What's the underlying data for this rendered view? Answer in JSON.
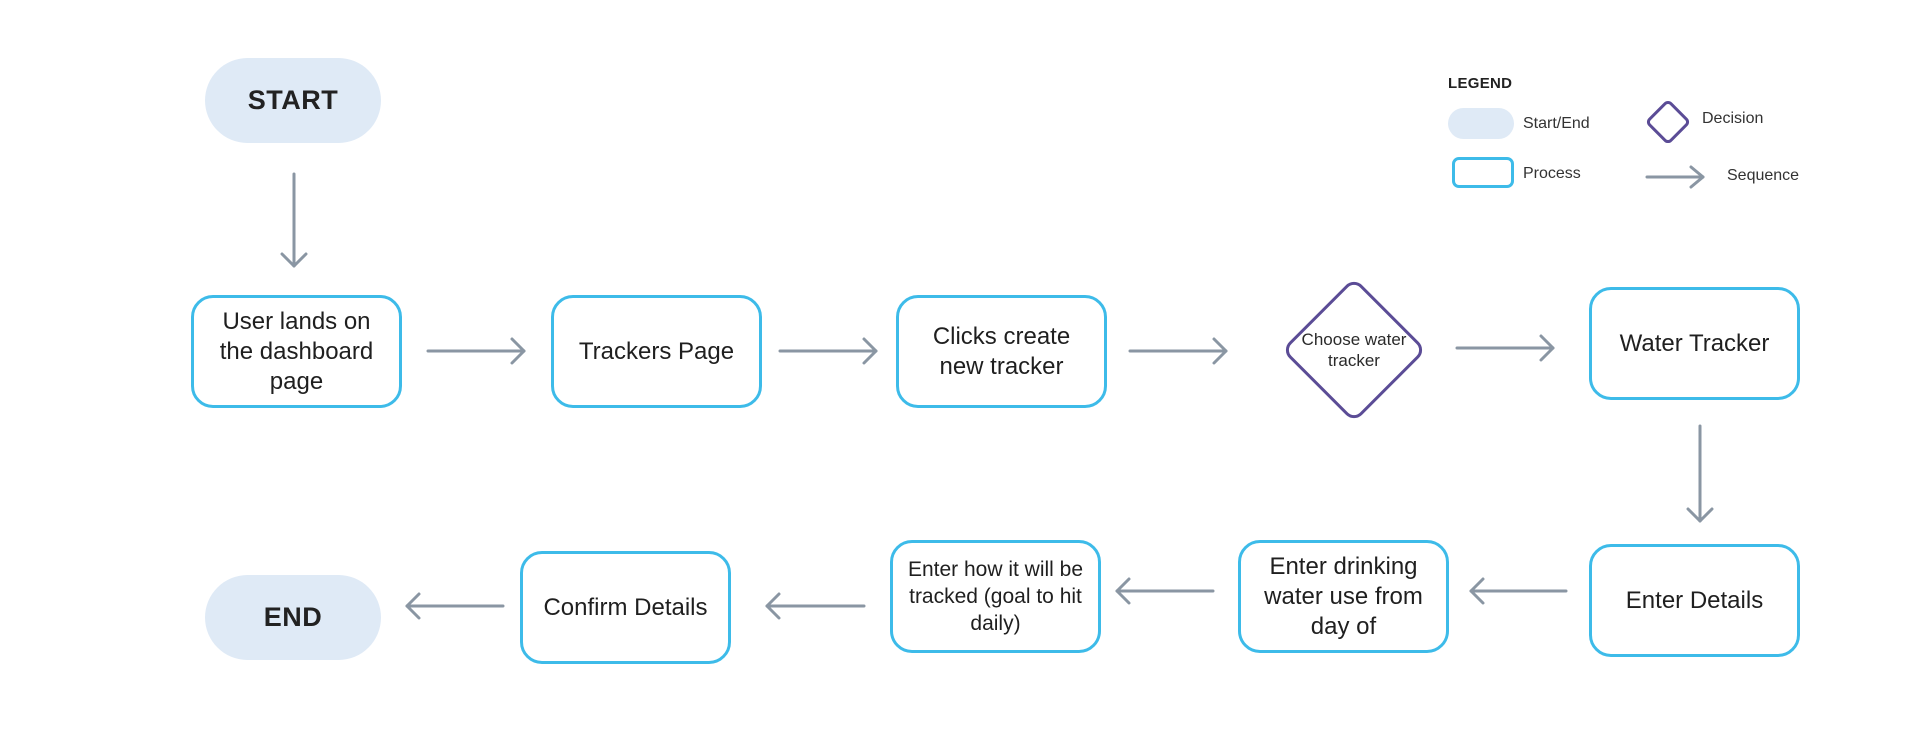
{
  "legend": {
    "title": "LEGEND",
    "start_end": "Start/End",
    "process": "Process",
    "decision": "Decision",
    "sequence": "Sequence"
  },
  "nodes": {
    "start": "START",
    "user_lands": "User lands on the dashboard page",
    "trackers_page": "Trackers Page",
    "clicks_create": "Clicks create new tracker",
    "choose_water": "Choose water tracker",
    "water_tracker": "Water Tracker",
    "enter_details": "Enter Details",
    "enter_drinking": "Enter drinking water use from day of",
    "enter_how": "Enter how it will be tracked (goal to hit daily)",
    "confirm": "Confirm Details",
    "end": "END"
  },
  "colors": {
    "terminal_fill": "#dfeaf6",
    "process_border": "#3dbbe9",
    "decision_border": "#5b4c96",
    "arrow": "#8a96a3"
  }
}
